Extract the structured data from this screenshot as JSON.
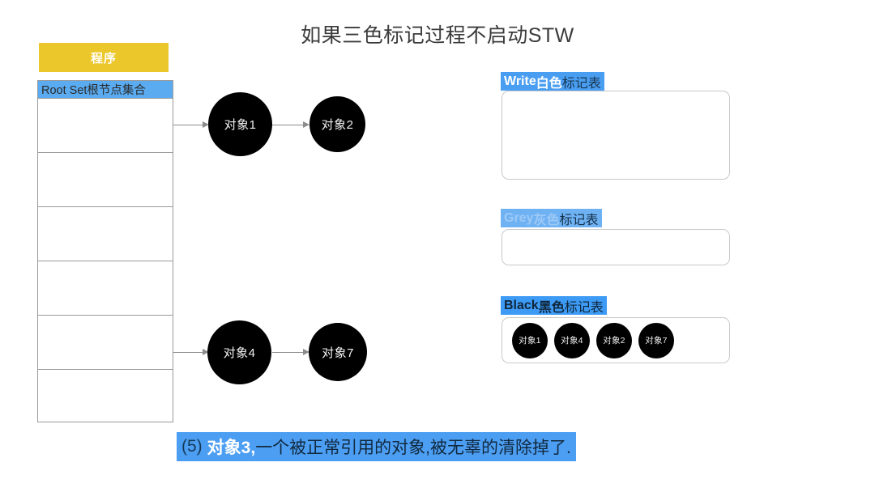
{
  "slide": {
    "title": "如果三色标记过程不启动STW"
  },
  "program_table": {
    "header_label": "程序",
    "root_row_label": "Root Set根节点集合",
    "empty_rows": [
      "",
      "",
      "",
      "",
      "",
      ""
    ]
  },
  "graph": {
    "nodes": [
      {
        "id": "obj1",
        "label": "对象1"
      },
      {
        "id": "obj2",
        "label": "对象2"
      },
      {
        "id": "obj4",
        "label": "对象4"
      },
      {
        "id": "obj7",
        "label": "对象7"
      }
    ],
    "edges": [
      {
        "from": "root",
        "to": "obj1"
      },
      {
        "from": "obj1",
        "to": "obj2"
      },
      {
        "from": "root",
        "to": "obj4"
      },
      {
        "from": "obj4",
        "to": "obj7"
      }
    ]
  },
  "mark_tables": [
    {
      "id": "white",
      "label_en": "Write",
      "label_color": " 白色",
      "label_rest": "标记表",
      "items": []
    },
    {
      "id": "grey",
      "label_en": "Grey",
      "label_color": " 灰色",
      "label_rest": "标记表",
      "items": []
    },
    {
      "id": "black",
      "label_en": "Black",
      "label_color": " 黑色",
      "label_rest": "标记表",
      "items": [
        "对象1",
        "对象4",
        "对象2",
        "对象7"
      ]
    }
  ],
  "caption": {
    "index": "(5)",
    "highlight": "对象3,",
    "rest": "一个被正常引用的对象,被无辜的清除掉了."
  },
  "colors": {
    "header_yellow": "#ecc72c",
    "highlight_blue": "#4a9ef2",
    "root_blue": "#5aabf0",
    "caption_blue": "#4c9ef2",
    "node_black": "#000000",
    "border_gray": "#9a9a9a",
    "box_border": "#c9c9c9"
  }
}
